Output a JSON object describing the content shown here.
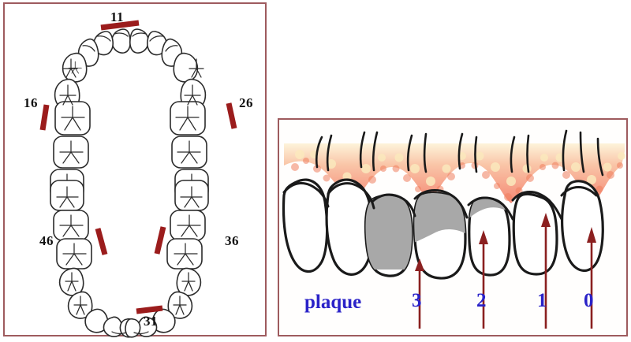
{
  "figure": {
    "type": "dental-illustration",
    "panels": [
      {
        "id": "dental-arch-chart",
        "description": "Full-mouth dental arch diagram with red index markers"
      },
      {
        "id": "plaque-index-illustration",
        "description": "Anterior teeth with gingiva showing plaque index scores"
      }
    ]
  },
  "arch_chart": {
    "markers": [
      {
        "tooth": "11",
        "label": "11",
        "position": "upper-central-incisor",
        "color": "#9b1c1c"
      },
      {
        "tooth": "16",
        "label": "16",
        "position": "upper-right-first-molar",
        "color": "#9b1c1c"
      },
      {
        "tooth": "26",
        "label": "26",
        "position": "upper-left-first-molar",
        "color": "#9b1c1c"
      },
      {
        "tooth": "46",
        "label": "46",
        "position": "lower-right-first-molar",
        "color": "#9b1c1c"
      },
      {
        "tooth": "36",
        "label": "36",
        "position": "lower-left-first-molar",
        "color": "#9b1c1c"
      },
      {
        "tooth": "31",
        "label": "31",
        "position": "lower-central-incisor",
        "color": "#9b1c1c"
      }
    ],
    "upper_arch_teeth": 16,
    "lower_arch_teeth": 16,
    "label_color": "#111111",
    "border_color": "#9e5b5e"
  },
  "plaque_panel": {
    "legend_label": "plaque",
    "legend_color": "#2a22c8",
    "scores": [
      {
        "value": "3",
        "coverage": "full-crown",
        "tooth_index": 2
      },
      {
        "value": "2",
        "coverage": "upper-two-thirds",
        "tooth_index": 3
      },
      {
        "value": "1",
        "coverage": "thin-cervical-band",
        "tooth_index": 4
      },
      {
        "value": "0",
        "coverage": "none",
        "tooth_index": 5
      }
    ],
    "plaque_color": "#a8a8a8",
    "gum_color": "#f4816c",
    "gum_highlight_color": "#fbe9bd",
    "arrow_color": "#8b2020",
    "tooth_outline_color": "#1a1a1a",
    "tooth_fill_color": "#ffffff",
    "border_color": "#9e5b5e"
  }
}
